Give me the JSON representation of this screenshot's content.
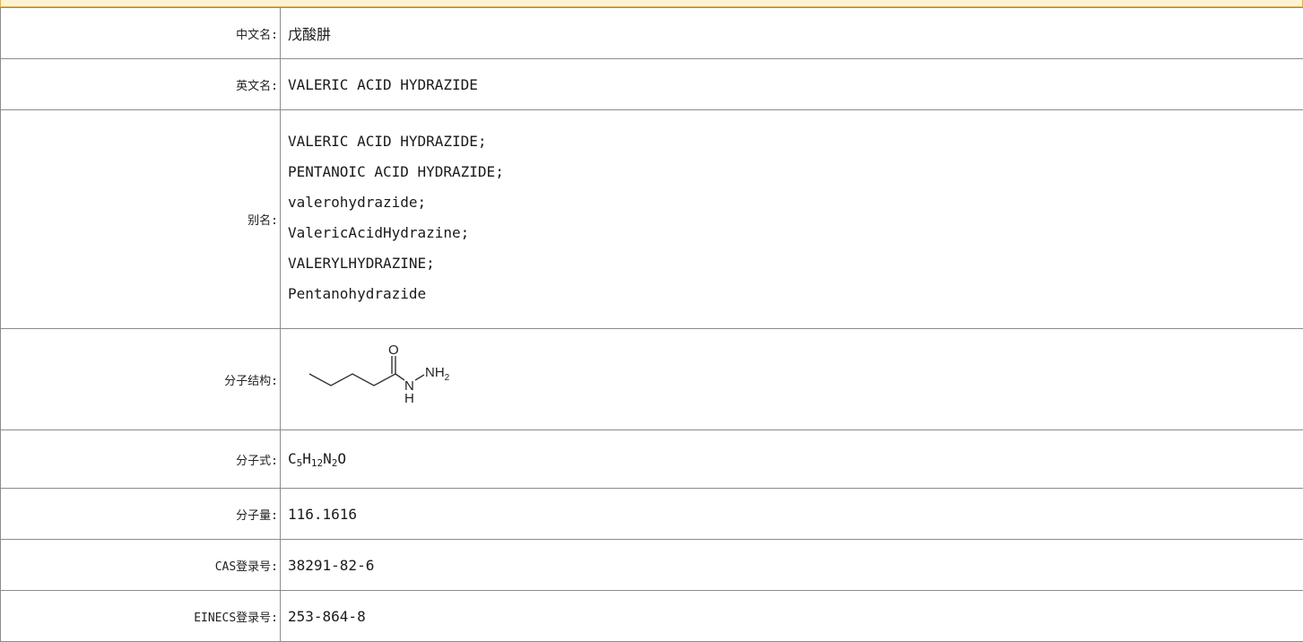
{
  "rows": {
    "chinese_name": {
      "label": "中文名:",
      "value": "戊酸肼"
    },
    "english_name": {
      "label": "英文名:",
      "value": "VALERIC ACID HYDRAZIDE"
    },
    "aliases": {
      "label": "别名:",
      "items": [
        "VALERIC ACID HYDRAZIDE;",
        "PENTANOIC ACID HYDRAZIDE;",
        "valerohydrazide;",
        "ValericAcidHydrazine;",
        "VALERYLHYDRAZINE;",
        "Pentanohydrazide"
      ]
    },
    "structure": {
      "label": "分子结构:",
      "atoms": {
        "oxygen": "O",
        "nitrogen": "N",
        "hydrogen": "H",
        "amine": "NH",
        "amine_sub": "2"
      }
    },
    "formula": {
      "label": "分子式:",
      "parts": [
        {
          "el": "C",
          "n": "5"
        },
        {
          "el": "H",
          "n": "12"
        },
        {
          "el": "N",
          "n": "2"
        },
        {
          "el": "O",
          "n": ""
        }
      ]
    },
    "molecular_weight": {
      "label": "分子量:",
      "value": "116.1616"
    },
    "cas": {
      "label": "CAS登录号:",
      "value": "38291-82-6"
    },
    "einecs": {
      "label": "EINECS登录号:",
      "value": "253-864-8"
    }
  }
}
